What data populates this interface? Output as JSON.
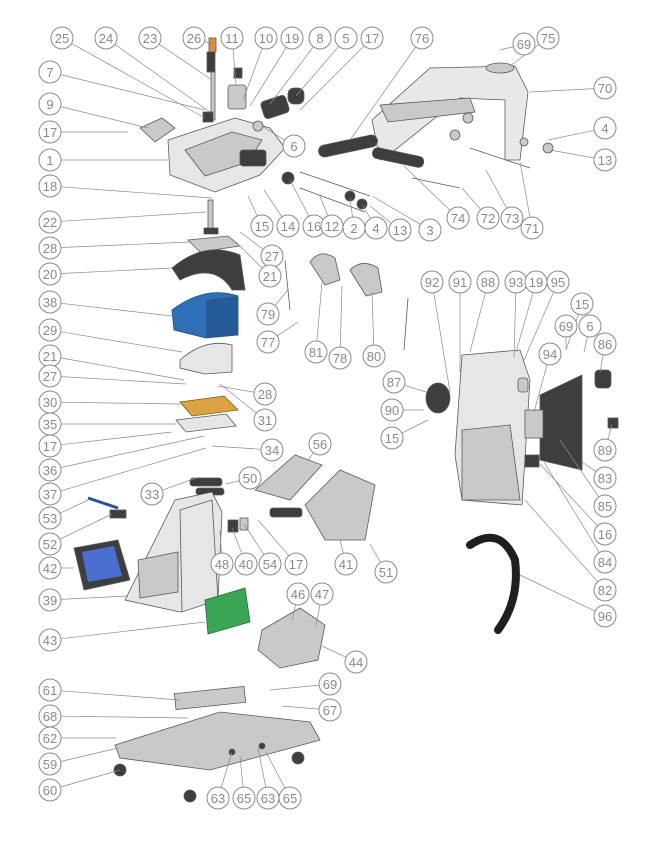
{
  "diagram": {
    "kind": "exploded-parts-view",
    "colors": {
      "callout_stroke": "#8a8a8a",
      "part_grey": "#c9c9c9",
      "part_dark": "#3e3e3e",
      "part_blue": "#2f6fb5",
      "part_orange": "#e08a3c",
      "board_green": "#3aa655",
      "pcb_gold": "#d9a441",
      "screen_blue": "#4a6fd1",
      "rod_blue": "#2b4f9e"
    },
    "callouts": [
      {
        "id": "c25",
        "label": "25"
      },
      {
        "id": "c24",
        "label": "24"
      },
      {
        "id": "c23",
        "label": "23"
      },
      {
        "id": "c26",
        "label": "26"
      },
      {
        "id": "c11",
        "label": "11"
      },
      {
        "id": "c10",
        "label": "10"
      },
      {
        "id": "c19a",
        "label": "19"
      },
      {
        "id": "c8",
        "label": "8"
      },
      {
        "id": "c5",
        "label": "5"
      },
      {
        "id": "c17a",
        "label": "17"
      },
      {
        "id": "c76",
        "label": "76"
      },
      {
        "id": "c69a",
        "label": "69"
      },
      {
        "id": "c75",
        "label": "75"
      },
      {
        "id": "c7",
        "label": "7"
      },
      {
        "id": "c70",
        "label": "70"
      },
      {
        "id": "c9",
        "label": "9"
      },
      {
        "id": "c17b",
        "label": "17"
      },
      {
        "id": "c4a",
        "label": "4"
      },
      {
        "id": "c6a",
        "label": "6"
      },
      {
        "id": "c1",
        "label": "1"
      },
      {
        "id": "c13a",
        "label": "13"
      },
      {
        "id": "c18",
        "label": "18"
      },
      {
        "id": "c15a",
        "label": "15"
      },
      {
        "id": "c14",
        "label": "14"
      },
      {
        "id": "c16a",
        "label": "16"
      },
      {
        "id": "c12",
        "label": "12"
      },
      {
        "id": "c2",
        "label": "2"
      },
      {
        "id": "c4b",
        "label": "4"
      },
      {
        "id": "c13b",
        "label": "13"
      },
      {
        "id": "c3",
        "label": "3"
      },
      {
        "id": "c74",
        "label": "74"
      },
      {
        "id": "c72",
        "label": "72"
      },
      {
        "id": "c73",
        "label": "73"
      },
      {
        "id": "c71",
        "label": "71"
      },
      {
        "id": "c22",
        "label": "22"
      },
      {
        "id": "c27a",
        "label": "27"
      },
      {
        "id": "c28a",
        "label": "28"
      },
      {
        "id": "c21a",
        "label": "21"
      },
      {
        "id": "c20",
        "label": "20"
      },
      {
        "id": "c79",
        "label": "79"
      },
      {
        "id": "c77",
        "label": "77"
      },
      {
        "id": "c81",
        "label": "81"
      },
      {
        "id": "c78",
        "label": "78"
      },
      {
        "id": "c80",
        "label": "80"
      },
      {
        "id": "c92",
        "label": "92"
      },
      {
        "id": "c91",
        "label": "91"
      },
      {
        "id": "c88",
        "label": "88"
      },
      {
        "id": "c93",
        "label": "93"
      },
      {
        "id": "c19b",
        "label": "19"
      },
      {
        "id": "c95",
        "label": "95"
      },
      {
        "id": "c15b",
        "label": "15"
      },
      {
        "id": "c38",
        "label": "38"
      },
      {
        "id": "c69b",
        "label": "69"
      },
      {
        "id": "c6b",
        "label": "6"
      },
      {
        "id": "c86",
        "label": "86"
      },
      {
        "id": "c29",
        "label": "29"
      },
      {
        "id": "c94",
        "label": "94"
      },
      {
        "id": "c87",
        "label": "87"
      },
      {
        "id": "c21b",
        "label": "21"
      },
      {
        "id": "c27b",
        "label": "27"
      },
      {
        "id": "c28b",
        "label": "28"
      },
      {
        "id": "c90",
        "label": "90"
      },
      {
        "id": "c30",
        "label": "30"
      },
      {
        "id": "c31",
        "label": "31"
      },
      {
        "id": "c15c",
        "label": "15"
      },
      {
        "id": "c35",
        "label": "35"
      },
      {
        "id": "c89",
        "label": "89"
      },
      {
        "id": "c17c",
        "label": "17"
      },
      {
        "id": "c34",
        "label": "34"
      },
      {
        "id": "c56",
        "label": "56"
      },
      {
        "id": "c83",
        "label": "83"
      },
      {
        "id": "c36",
        "label": "36"
      },
      {
        "id": "c37",
        "label": "37"
      },
      {
        "id": "c50",
        "label": "50"
      },
      {
        "id": "c85",
        "label": "85"
      },
      {
        "id": "c33",
        "label": "33"
      },
      {
        "id": "c16b",
        "label": "16"
      },
      {
        "id": "c53",
        "label": "53"
      },
      {
        "id": "c52",
        "label": "52"
      },
      {
        "id": "c48",
        "label": "48"
      },
      {
        "id": "c40",
        "label": "40"
      },
      {
        "id": "c54",
        "label": "54"
      },
      {
        "id": "c17d",
        "label": "17"
      },
      {
        "id": "c84",
        "label": "84"
      },
      {
        "id": "c42",
        "label": "42"
      },
      {
        "id": "c41",
        "label": "41"
      },
      {
        "id": "c51",
        "label": "51"
      },
      {
        "id": "c82",
        "label": "82"
      },
      {
        "id": "c39",
        "label": "39"
      },
      {
        "id": "c96",
        "label": "96"
      },
      {
        "id": "c46",
        "label": "46"
      },
      {
        "id": "c47",
        "label": "47"
      },
      {
        "id": "c43",
        "label": "43"
      },
      {
        "id": "c44",
        "label": "44"
      },
      {
        "id": "c61",
        "label": "61"
      },
      {
        "id": "c69c",
        "label": "69"
      },
      {
        "id": "c68",
        "label": "68"
      },
      {
        "id": "c67",
        "label": "67"
      },
      {
        "id": "c62",
        "label": "62"
      },
      {
        "id": "c59",
        "label": "59"
      },
      {
        "id": "c60",
        "label": "60"
      },
      {
        "id": "c63a",
        "label": "63"
      },
      {
        "id": "c65a",
        "label": "65"
      },
      {
        "id": "c63b",
        "label": "63"
      },
      {
        "id": "c65b",
        "label": "65"
      }
    ]
  }
}
